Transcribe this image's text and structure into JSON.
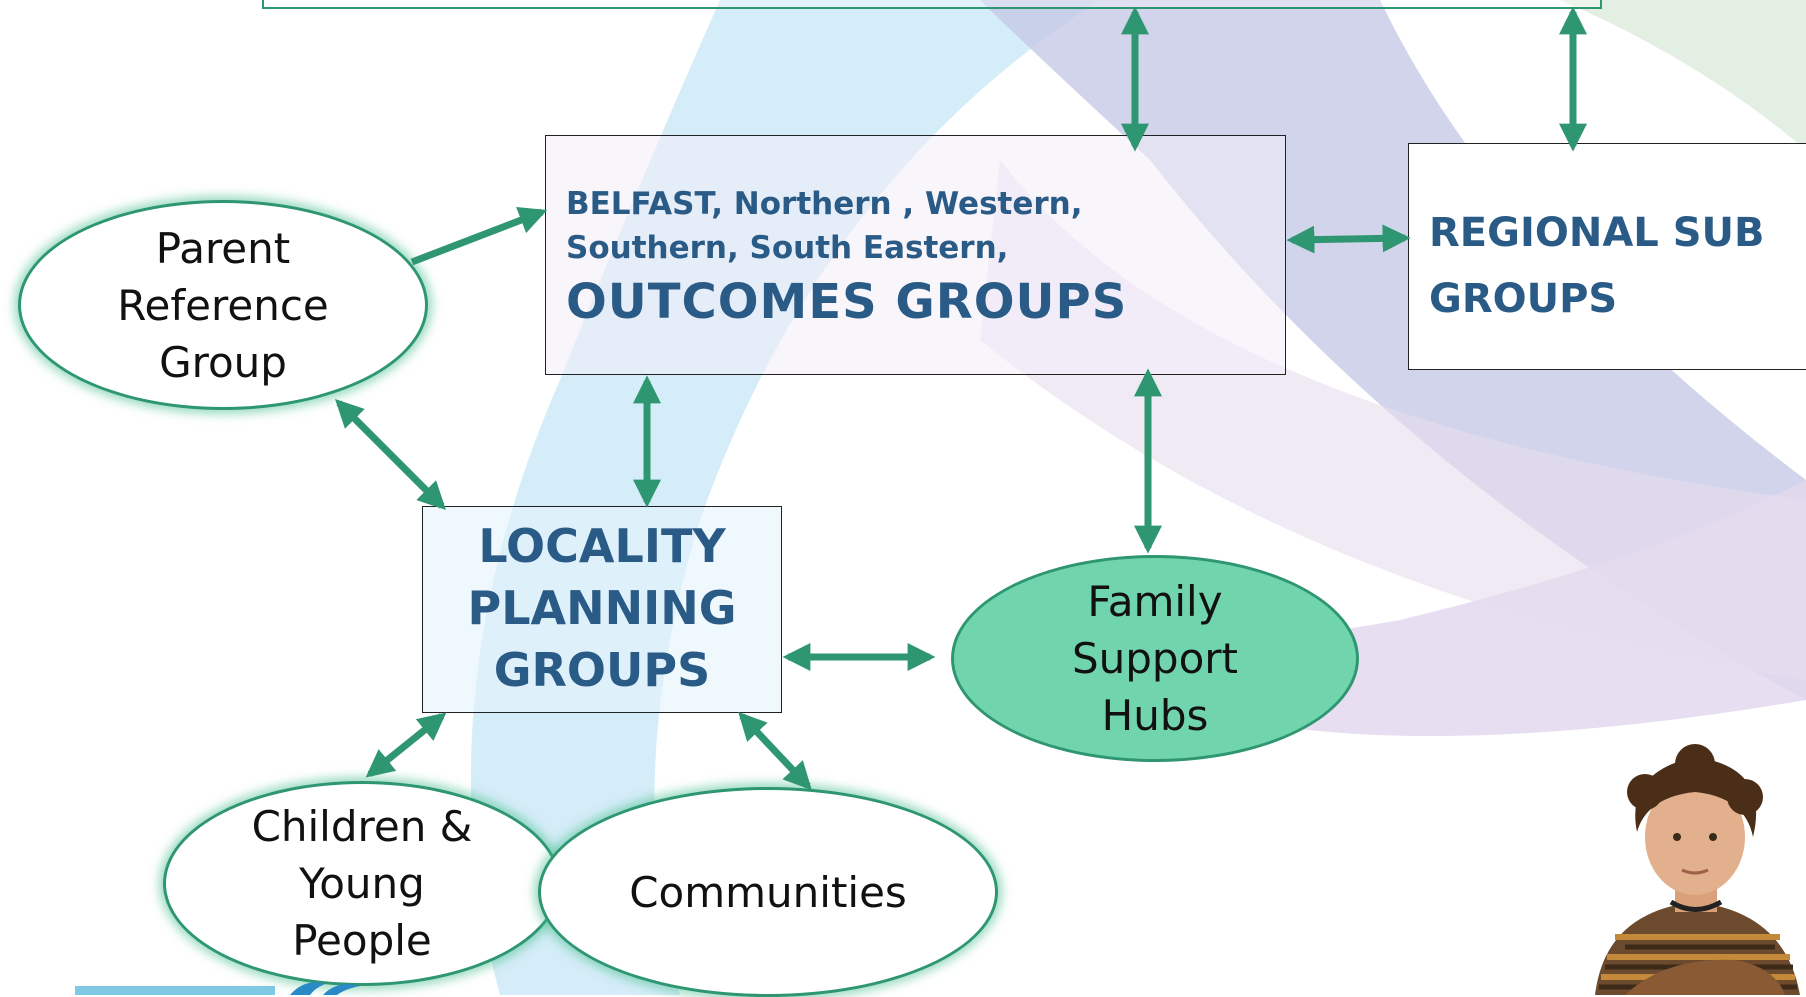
{
  "diagram": {
    "outcomes_box": {
      "sub_label": "BELFAST, Northern , Western,\nSouthern, South Eastern,",
      "main_label": "OUTCOMES GROUPS"
    },
    "regional_box": {
      "label": "REGIONAL SUB GROUPS"
    },
    "locality_box": {
      "label": "LOCALITY PLANNING GROUPS"
    },
    "parent_group": {
      "label": "Parent Reference Group"
    },
    "family_hubs": {
      "label": "Family Support Hubs"
    },
    "children_young_people": {
      "label": "Children & Young People"
    },
    "communities": {
      "label": "Communities"
    }
  },
  "colors": {
    "arrow": "#2e9670",
    "heading_text": "#2a5a86",
    "hub_fill": "#70d4ad",
    "ellipse_glow": "#46be8c"
  }
}
